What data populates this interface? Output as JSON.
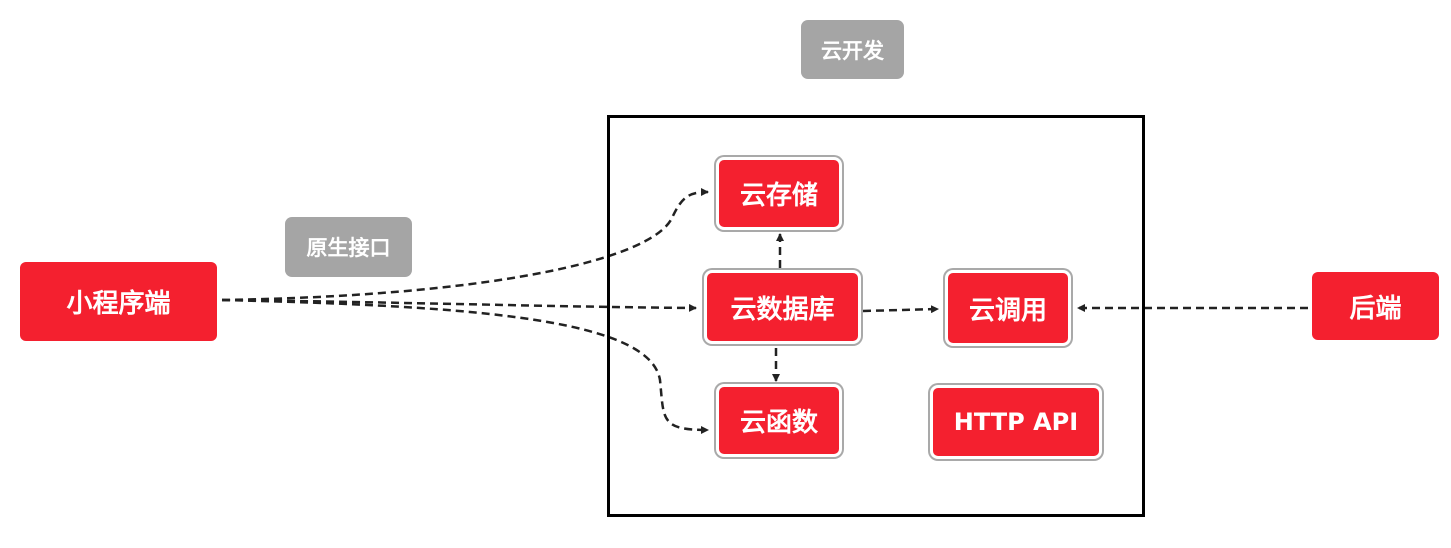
{
  "diagram": {
    "group_label": "云开发",
    "edge_label": "原生接口",
    "nodes": {
      "mini_program": "小程序端",
      "backend": "后端",
      "cloud_storage": "云存储",
      "cloud_database": "云数据库",
      "cloud_function": "云函数",
      "cloud_call": "云调用",
      "http_api": "HTTP API"
    },
    "colors": {
      "node_fill": "#f4202f",
      "tag_fill": "#a5a5a5",
      "container_border": "#000000",
      "arrow": "#222222"
    }
  }
}
